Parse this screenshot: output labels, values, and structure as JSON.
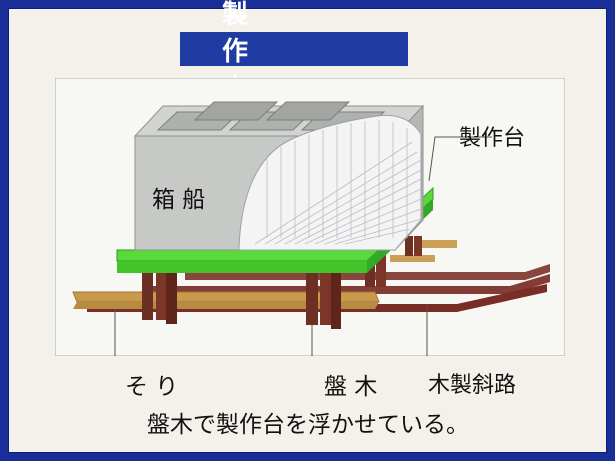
{
  "title": "製　作　中",
  "labels": {
    "box_caisson": "箱 船",
    "fabrication_platform": "製作台",
    "sled": "そ り",
    "bed_timber": "盤 木",
    "wooden_slope": "木製斜路"
  },
  "caption": "盤木で製作台を浮かせている。",
  "colors": {
    "background": "#1a2e9a",
    "title_banner": "#203ba1",
    "platform_green": "#59d93a",
    "rail_brown": "#7a2d25",
    "timber_tan": "#c99a4d",
    "concrete": "#c7c9c6"
  }
}
